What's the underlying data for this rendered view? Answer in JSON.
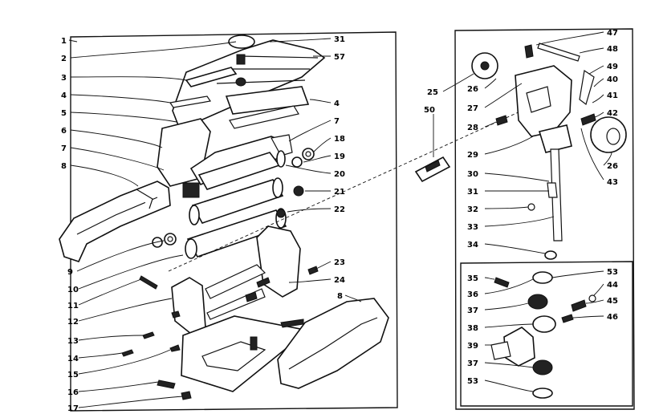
{
  "diagram": {
    "left_labels": [
      "1",
      "2",
      "3",
      "4",
      "5",
      "6",
      "7",
      "8",
      "9",
      "10",
      "11",
      "12",
      "13",
      "14",
      "15",
      "16",
      "17"
    ],
    "top_right_labels": [
      "31",
      "57",
      "4",
      "7",
      "18",
      "19",
      "20",
      "21",
      "22",
      "23",
      "24",
      "8"
    ],
    "center_labels": [
      "25",
      "50"
    ],
    "right_panel_labels": [
      "26",
      "27",
      "28",
      "29",
      "30",
      "31",
      "32",
      "33",
      "34",
      "47",
      "48",
      "49",
      "40",
      "41",
      "42",
      "26",
      "43"
    ],
    "inset_labels": [
      "35",
      "36",
      "37",
      "38",
      "39",
      "37",
      "53",
      "53",
      "44",
      "45",
      "46"
    ]
  },
  "colors": {
    "ink": "#111111",
    "paper": "#ffffff"
  }
}
